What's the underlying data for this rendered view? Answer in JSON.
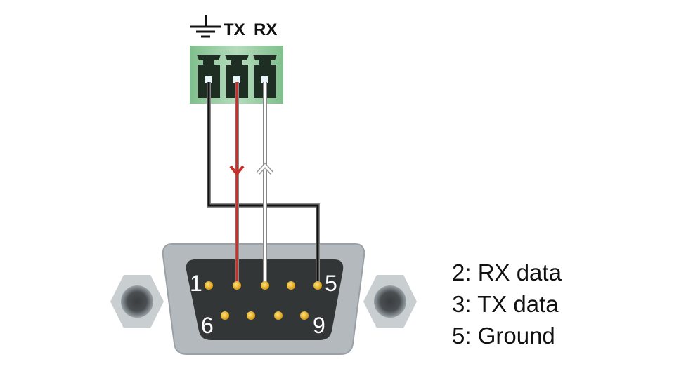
{
  "terminal": {
    "labels": {
      "ground_symbol": "ground-icon",
      "tx": "TX",
      "rx": "RX"
    },
    "color": "#8fc79a"
  },
  "connector": {
    "pin_numbers": {
      "top_left": "1",
      "top_right": "5",
      "bottom_left": "6",
      "bottom_right": "9"
    }
  },
  "wires": [
    {
      "name": "ground",
      "color": "#111111"
    },
    {
      "name": "tx",
      "color": "#c8302a",
      "direction": "down"
    },
    {
      "name": "rx",
      "color": "#ffffff",
      "direction": "up"
    }
  ],
  "legend": [
    "2: RX data",
    "3: TX data",
    "5: Ground"
  ]
}
